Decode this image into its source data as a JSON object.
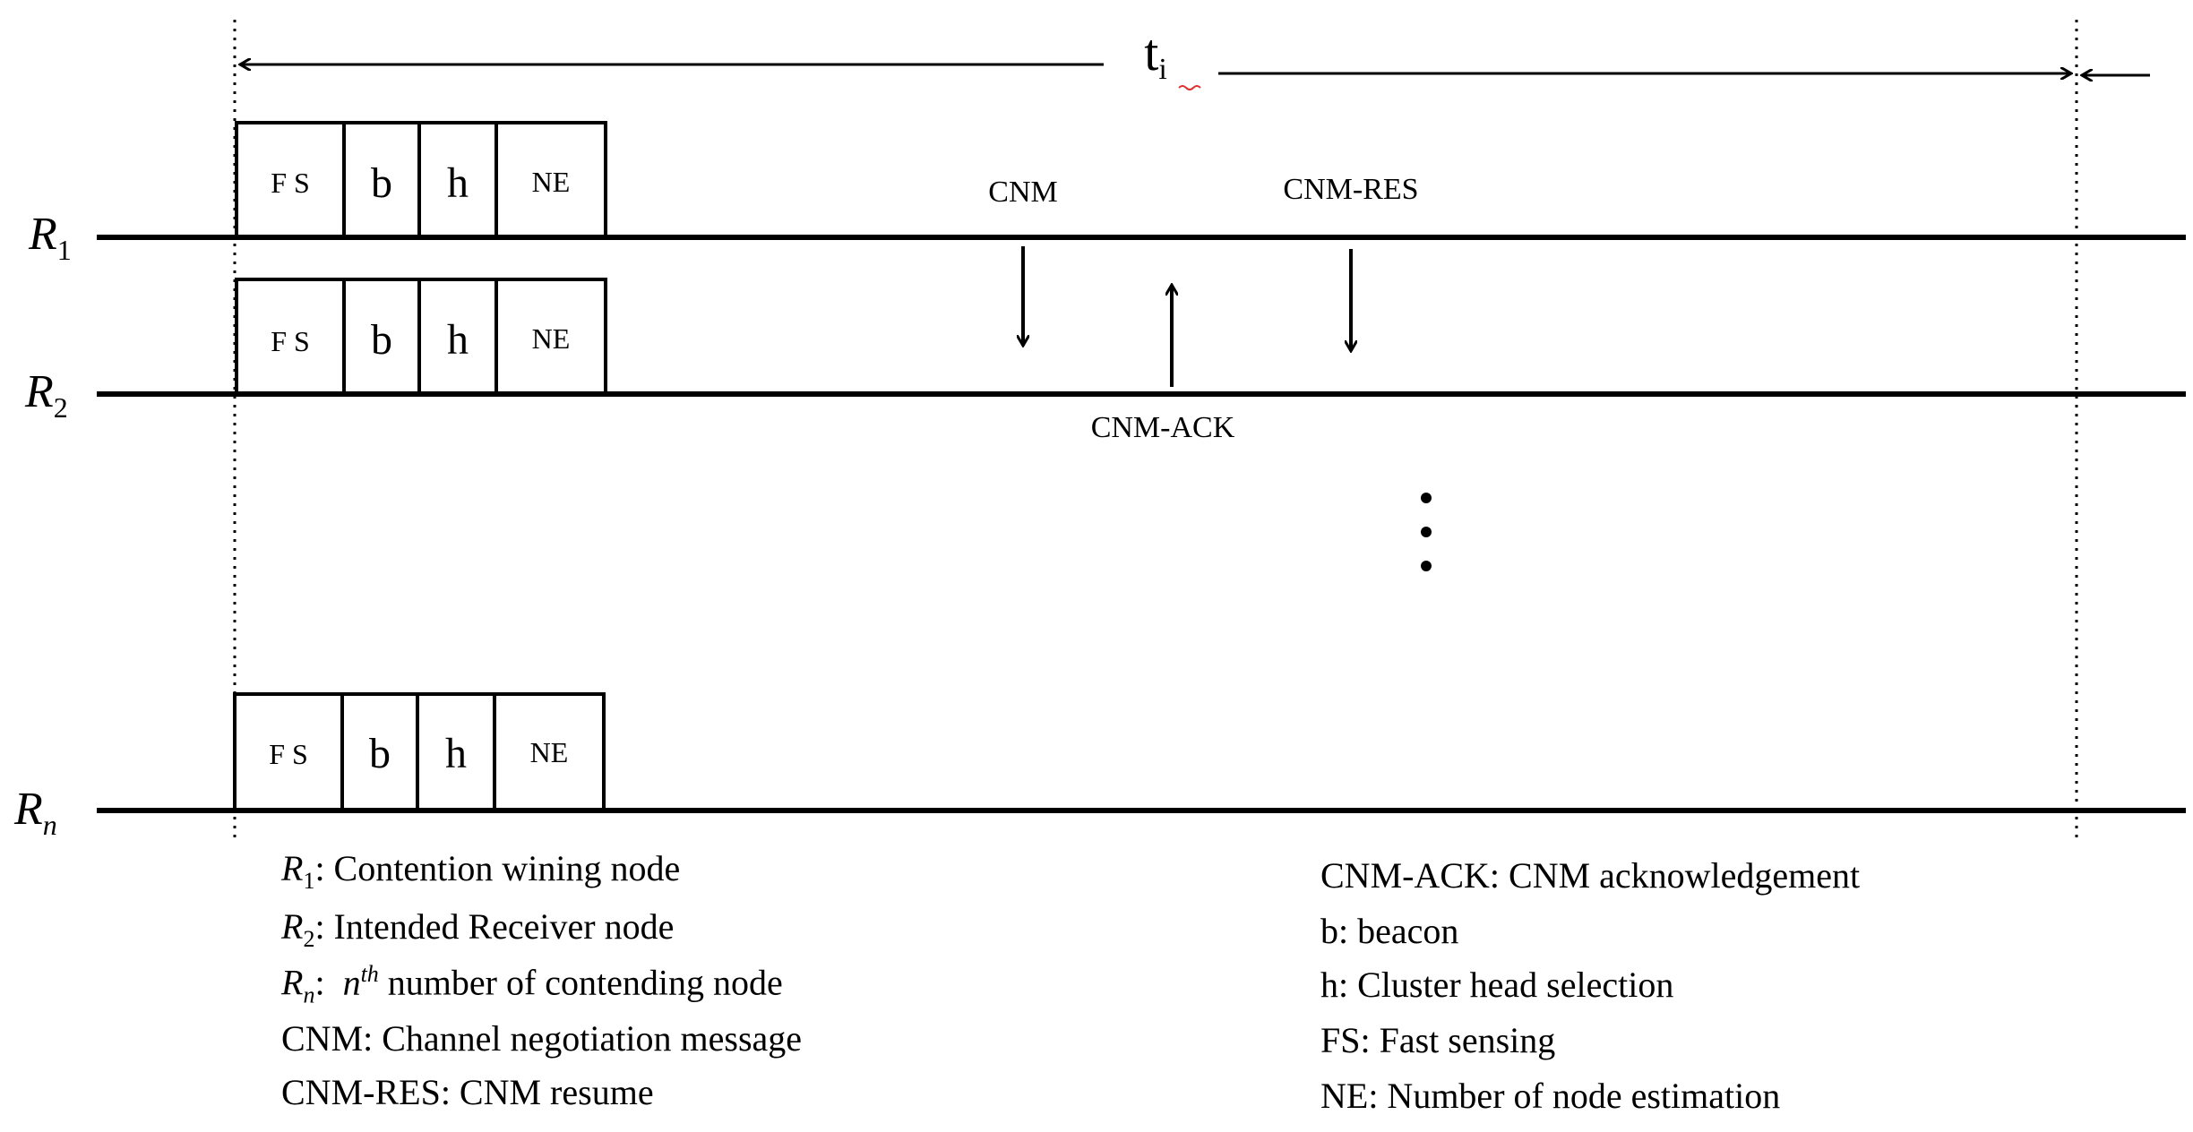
{
  "period_label": "t",
  "period_sub": "i",
  "rows": [
    {
      "label": "R",
      "sub": "1",
      "slots": [
        "F S",
        "b",
        "h",
        "NE"
      ]
    },
    {
      "label": "R",
      "sub": "2",
      "slots": [
        "F S",
        "b",
        "h",
        "NE"
      ]
    },
    {
      "label": "R",
      "sub": "n",
      "slots": [
        "F S",
        "b",
        "h",
        "NE"
      ]
    }
  ],
  "messages": {
    "cnm": "CNM",
    "cnm_res": "CNM-RES",
    "cnm_ack": "CNM-ACK"
  },
  "ellipsis": "⋮",
  "legend_left": [
    {
      "symbol": "R",
      "sub": "1",
      "text": ":  Contention wining node"
    },
    {
      "symbol": "R",
      "sub": "2",
      "text": ":  Intended Receiver node"
    },
    {
      "symbol": "R",
      "sub": "n",
      "pre": ":  ",
      "sup_base": "n",
      "sup": "th",
      "text": " number of contending node"
    },
    {
      "text": "CNM: Channel negotiation message"
    },
    {
      "text": "CNM-RES: CNM resume"
    }
  ],
  "legend_right": [
    {
      "text": "CNM-ACK: CNM acknowledgement"
    },
    {
      "text": "b: beacon"
    },
    {
      "text": "h: Cluster head selection"
    },
    {
      "text": "FS: Fast sensing"
    },
    {
      "text": "NE: Number of node estimation"
    }
  ]
}
